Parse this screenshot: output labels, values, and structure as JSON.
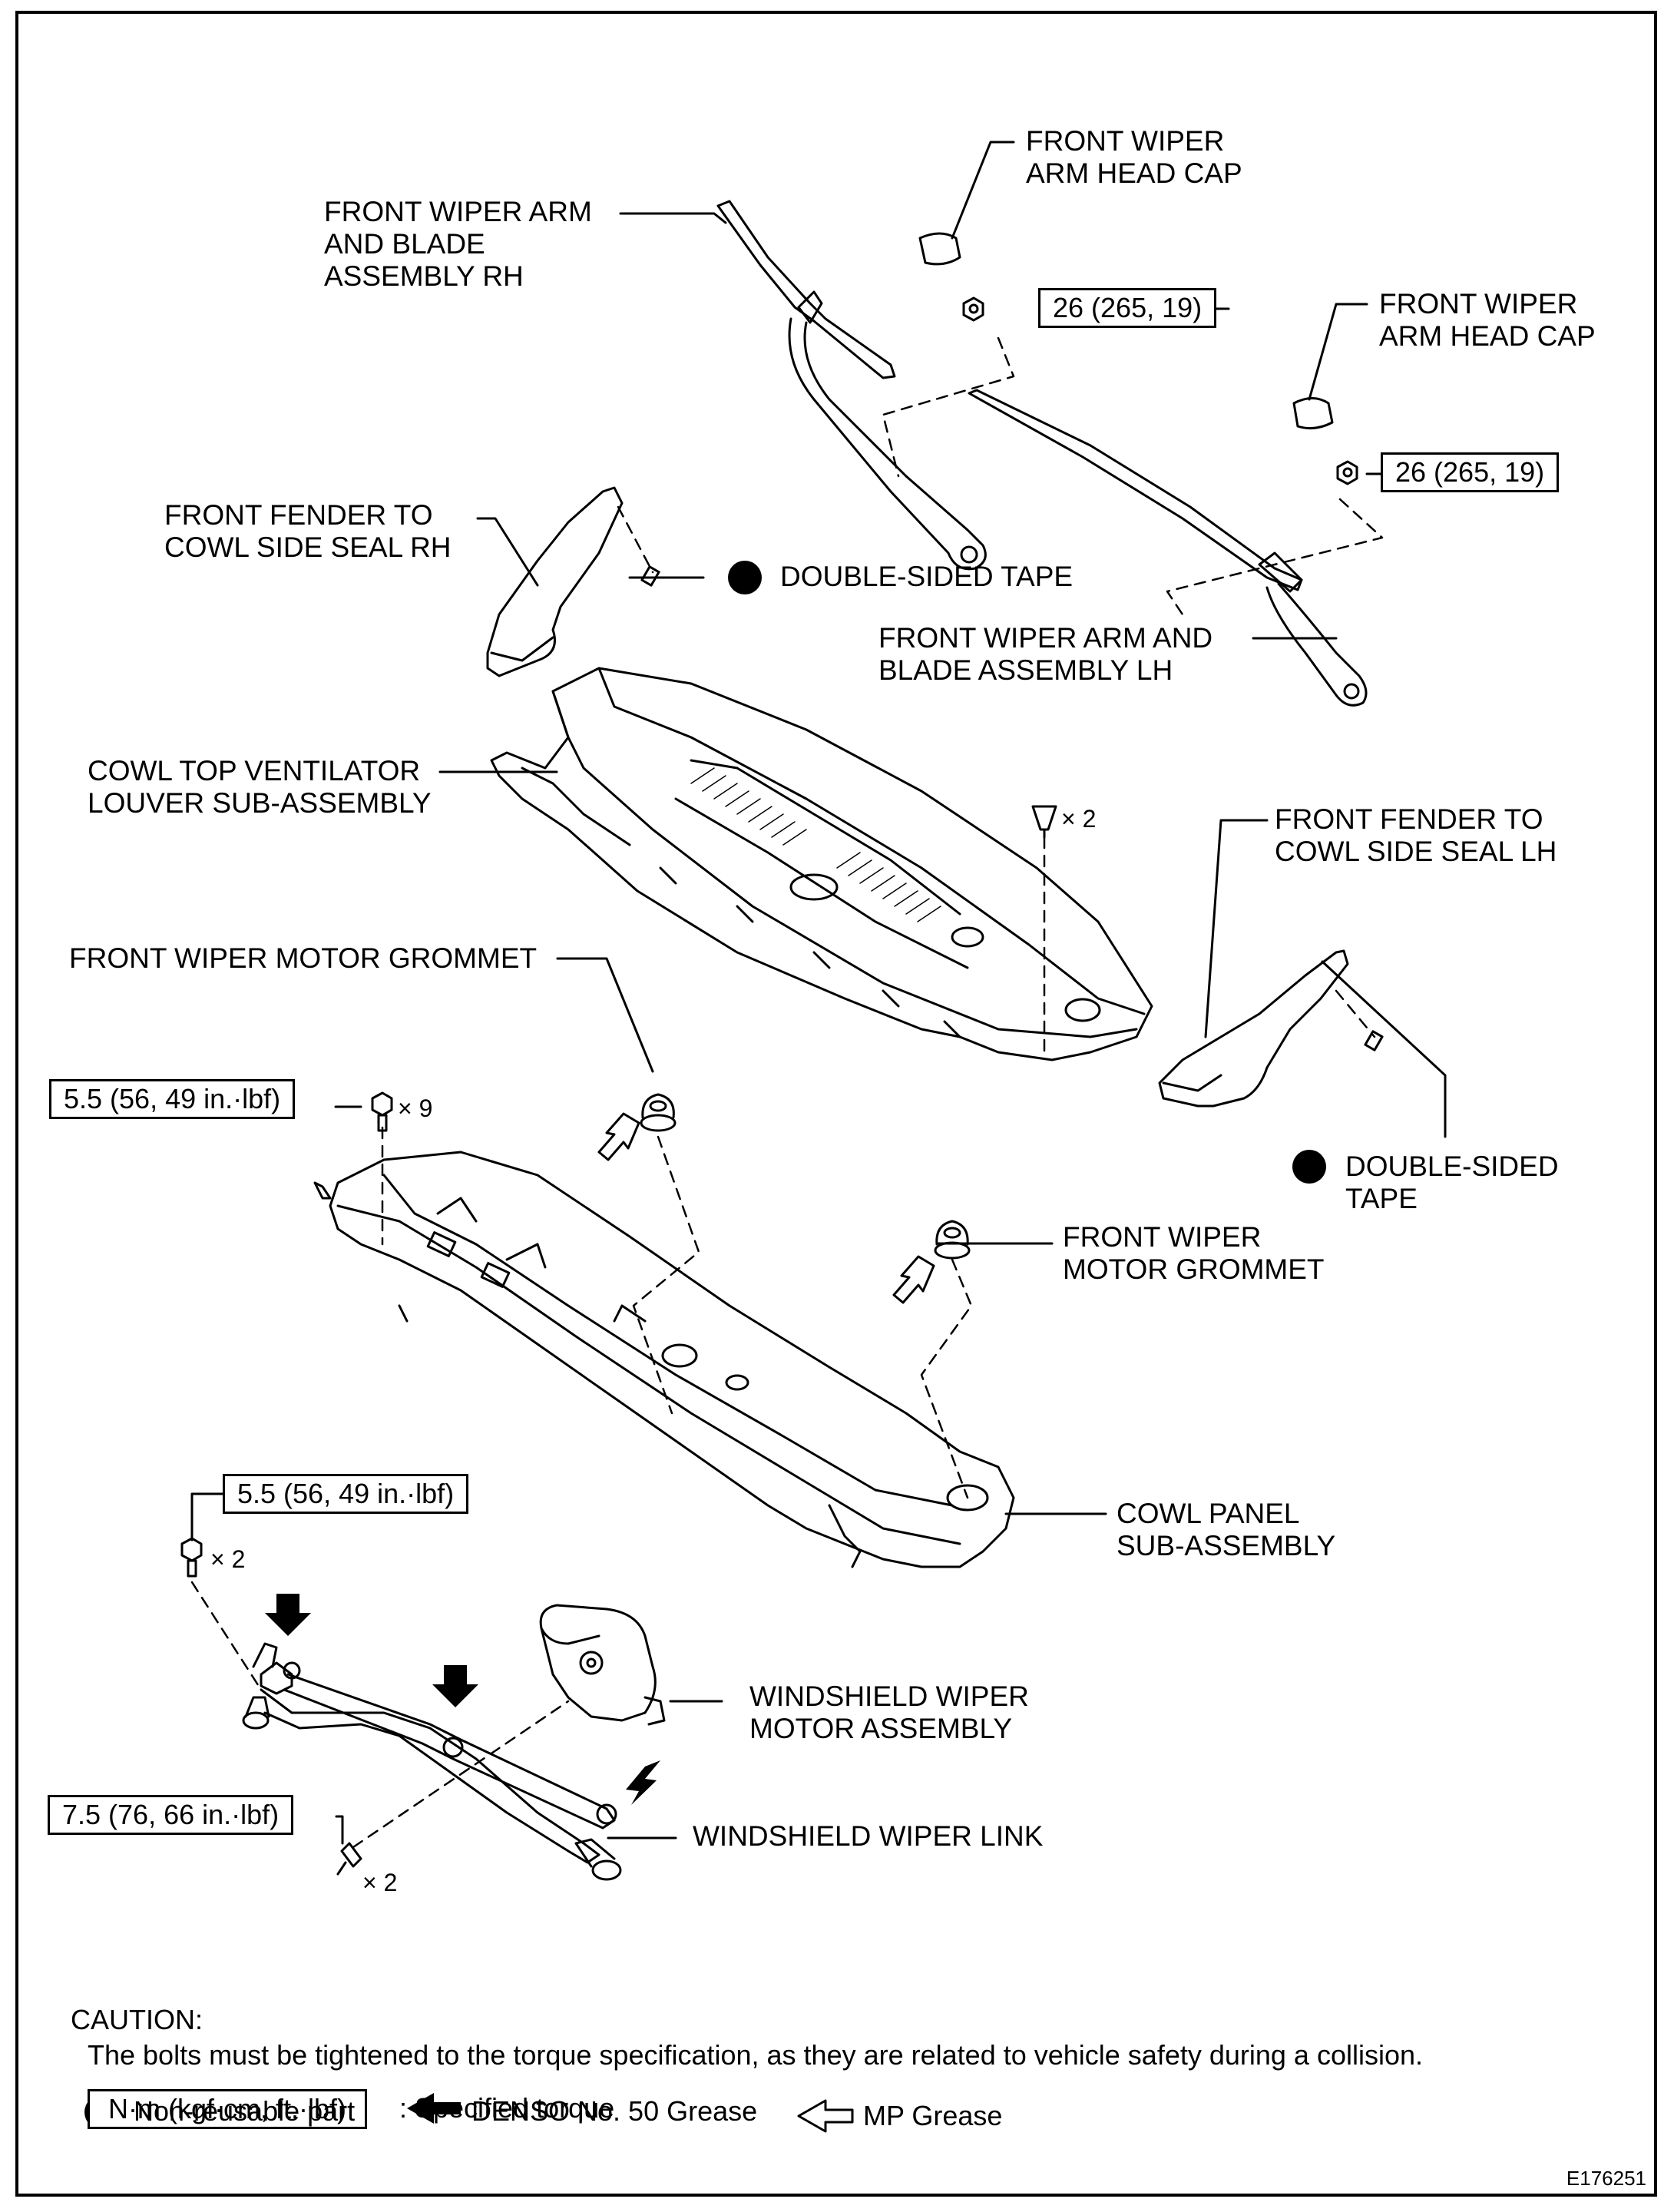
{
  "labels": {
    "head_cap_rh": "FRONT WIPER\nARM HEAD CAP",
    "arm_rh": "FRONT WIPER ARM\nAND BLADE\nASSEMBLY RH",
    "head_cap_lh": "FRONT WIPER\nARM HEAD CAP",
    "seal_rh": "FRONT FENDER TO\nCOWL SIDE SEAL RH",
    "tape_1": "DOUBLE-SIDED TAPE",
    "arm_lh": "FRONT WIPER ARM AND\nBLADE ASSEMBLY LH",
    "louver": "COWL TOP VENTILATOR\nLOUVER SUB-ASSEMBLY",
    "seal_lh": "FRONT FENDER TO\nCOWL SIDE SEAL LH",
    "grommet_1": "FRONT WIPER MOTOR GROMMET",
    "tape_2": "DOUBLE-SIDED\nTAPE",
    "grommet_2": "FRONT WIPER\nMOTOR GROMMET",
    "cowl_panel": "COWL PANEL\nSUB-ASSEMBLY",
    "motor": "WINDSHIELD WIPER\nMOTOR ASSEMBLY",
    "link": "WINDSHIELD WIPER LINK"
  },
  "torques": {
    "t1": "26 (265, 19)",
    "t2": "26 (265, 19)",
    "t3": "5.5 (56, 49 in.·lbf)",
    "t4": "5.5 (56, 49 in.·lbf)",
    "t5": "7.5 (76, 66 in.·lbf)"
  },
  "multipliers": {
    "m1": "× 2",
    "m2": "× 9",
    "m3": "× 2",
    "m4": "× 2"
  },
  "caution": {
    "title": "CAUTION:",
    "text": "The bolts must be tightened to the torque specification, as they are related to vehicle safety during a collision."
  },
  "legend": {
    "torque_box": "N·m (kgf·cm, ft.·lbf)",
    "torque_desc": ": Specified torque",
    "nonreusable": "Non-reusable part",
    "denso": "DENSO No. 50 Grease",
    "mp": "MP Grease"
  },
  "figure_code": "E176251"
}
